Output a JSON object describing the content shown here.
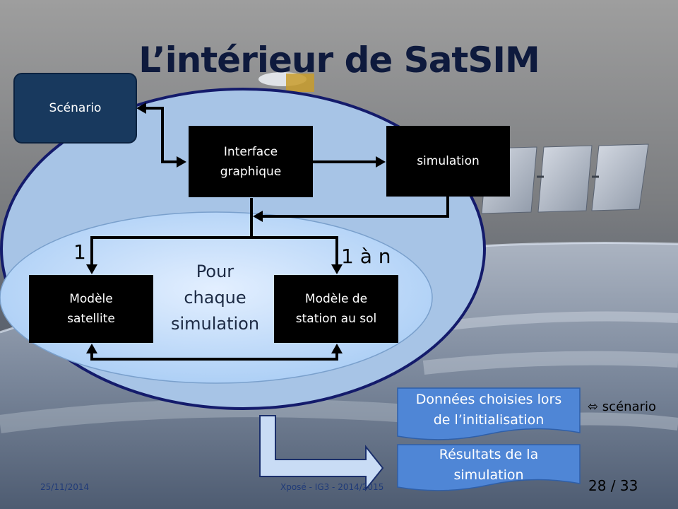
{
  "title": "L’intérieur de SatSIM",
  "nodes": {
    "scenario": "Scénario",
    "interface_line1": "Interface",
    "interface_line2": "graphique",
    "simulation": "simulation",
    "satellite_line1": "Modèle",
    "satellite_line2": "satellite",
    "station_line1": "Modèle de",
    "station_line2": "station au sol"
  },
  "loop_label": {
    "line1": "Pour",
    "line2": "chaque",
    "line3": "simulation"
  },
  "multiplicity": {
    "satellite": "1",
    "station": "1 à n"
  },
  "legend": {
    "choices_line1": "Données choisies lors",
    "choices_line2": "de l’initialisation",
    "choices_note": "⬄ scénario",
    "results_line1": "Résultats de la",
    "results_line2": "simulation"
  },
  "footer": {
    "date": "25/11/2014",
    "center": "Xposé - IG3 - 2014/2015",
    "page": "28 / 33"
  },
  "colors": {
    "outer_ellipse": "#a7c4e6",
    "outer_border": "#141b6b",
    "inner_ellipse": "#bcd7f8",
    "node_fill": "#000000",
    "scenario_fill": "#18395e",
    "legend_fill": "#4f86d6"
  }
}
